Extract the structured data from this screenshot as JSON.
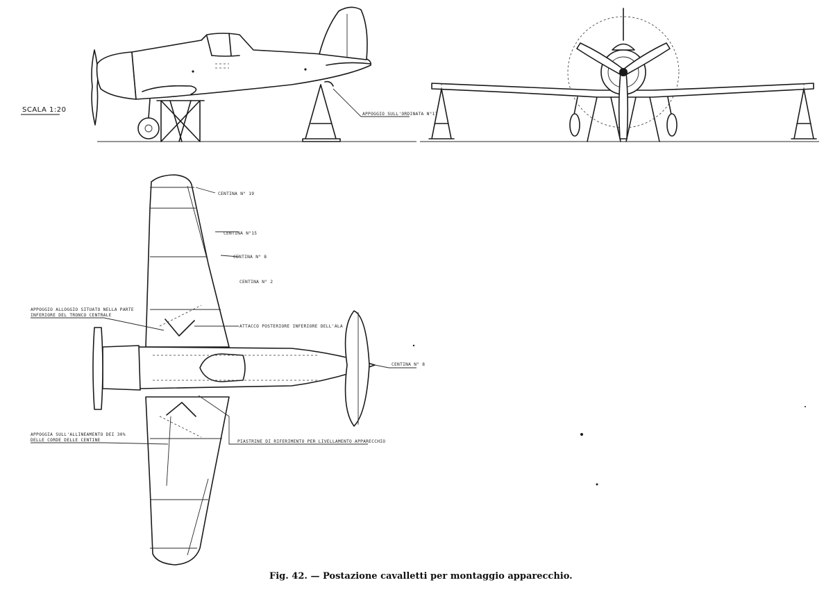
{
  "scale_label": "SCALA 1:20",
  "side_view": {
    "callout_support": "APPOGGIO SULL'ORDINATA N°17"
  },
  "plan_view": {
    "rib_labels": [
      "CENTINA N° 19",
      "CENTINA N°15",
      "CENTINA N° 8",
      "CENTINA N° 2",
      "CENTINA N° 8"
    ],
    "callout_support_center": [
      "APPOGGIO ALLOGGIO SITUATO NELLA PARTE",
      "INFERIORE DEL TRONCO CENTRALE"
    ],
    "callout_rear_attach": "ATTACCO POSTERIORE INFERIORE DELL'ALA",
    "callout_alignment": [
      "APPOGGIA SULL'ALLINEAMENTO DEI 30%",
      "DELLE CORDE DELLE CENTINE"
    ],
    "callout_reference": "PIASTRINE DI RIFERIMENTO PER LIVELLAMENTO APPARECCHIO"
  },
  "caption": "Fig. 42. — Postazione cavalletti per montaggio apparecchio."
}
